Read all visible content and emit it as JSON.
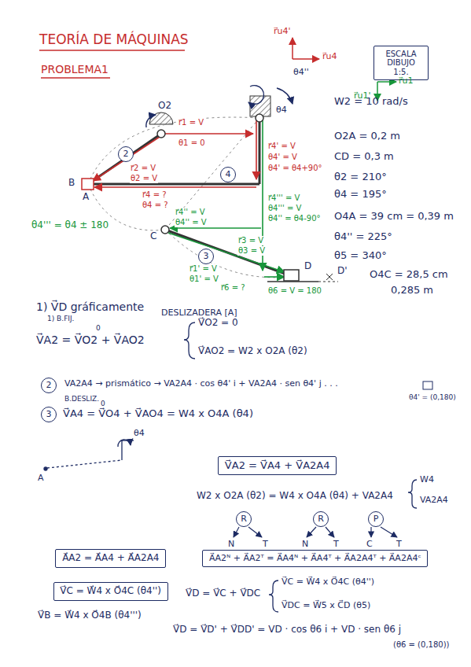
{
  "diagram": {
    "title": "TEORÍA DE MÁQUINAS",
    "nodes": [
      {
        "text": [
          "ESCALA DIBUJO 1:5."
        ]
      },
      {
        "text": [
          "2"
        ]
      },
      {
        "text": [
          "4"
        ]
      },
      {
        "text": [
          "3"
        ]
      },
      {
        "text": [
          "2"
        ]
      },
      {
        "text": [
          "3"
        ]
      },
      {
        "text": [
          "V⃗A2 = V⃗A4 + V⃗A2A4"
        ]
      },
      {
        "text": [
          "R"
        ]
      },
      {
        "text": [
          "R"
        ]
      },
      {
        "text": [
          "P"
        ]
      },
      {
        "text": [
          "A⃗A2 = A⃗A4 + A⃗A2A4"
        ]
      },
      {
        "text": [
          "A⃗A2ᴺ + A⃗A2ᵀ = A⃗A4ᴺ + A⃗A4ᵀ + A⃗A2A4ᵀ + A⃗A2A4ᶜ"
        ]
      },
      {
        "text": [
          "V⃗C = W⃗4 x O⃗4C (θ4'')"
        ]
      }
    ],
    "labels": [
      "PROBLEMA1",
      "r⃗u4'",
      "r⃗u4",
      "r⃗u1",
      "r⃗u1'",
      "W2 = 10 rad/s",
      "O2A = 0,2 m",
      "CD = 0,3 m",
      "θ2 = 210°",
      "θ4 = 195°",
      "O4A = 39 cm = 0,39 m",
      "θ4'' = 225°",
      "θ5 = 340°",
      "O4C = 28,5 cm",
      "0,285 m",
      "O2",
      "θ4''",
      "θ4",
      "r⃗1 = V",
      "θ1 = 0",
      "r⃗2 = V",
      "θ2 = V",
      "r⃗4' = V",
      "θ4' = V",
      "θ4' = θ4+90°",
      "r⃗4 = ?",
      "θ4 = ?",
      "r⃗4'' = V",
      "θ4'' = V",
      "r⃗4''' = V",
      "θ4''' = V",
      "θ4'' = θ4-90°",
      "θ4''' = θ4 ± 180",
      "r⃗3 = V",
      "θ3 = V",
      "r⃗1' = V",
      "θ1' = V",
      "r⃗6 = ?",
      "θ6 = V = 180",
      "B",
      "A",
      "C",
      "D",
      "D'",
      "1) V⃗D gráficamente",
      "1) B.FIJ.",
      "DESLIZADERA [A]",
      "V⃗A2 = V⃗O2 + V⃗AO2",
      "0",
      "V⃗O2 = 0",
      "V⃗AO2 = W2 x O2A (θ2)",
      "VA2A4 → prismático → VA2A4 · cos θ4' i + VA2A4 · sen θ4' j . . .",
      "θ4' = (0,180)",
      "B.DESLIZ.",
      "V⃗A4 = V⃗O4 + V⃗AO4 = W4 x O4A (θ4)",
      "0",
      "θ4",
      "A",
      "W2 x O2A (θ2) = W4 x O4A (θ4) + VA2A4",
      "W4",
      "VA2A4",
      "N",
      "T",
      "N",
      "T",
      "C",
      "T",
      "V⃗B = W⃗4 x O⃗4B (θ4''')",
      "V⃗D = V⃗C + V⃗DC",
      "V⃗C = W⃗4 x O⃗4C (θ4'')",
      "V⃗DC = W⃗5 x C⃗D (θ5)",
      "V⃗D = V⃗D' + V⃗DD' = VD · cos θ6 i + VD · sen θ6 j",
      "(θ6 = (0,180))"
    ]
  }
}
